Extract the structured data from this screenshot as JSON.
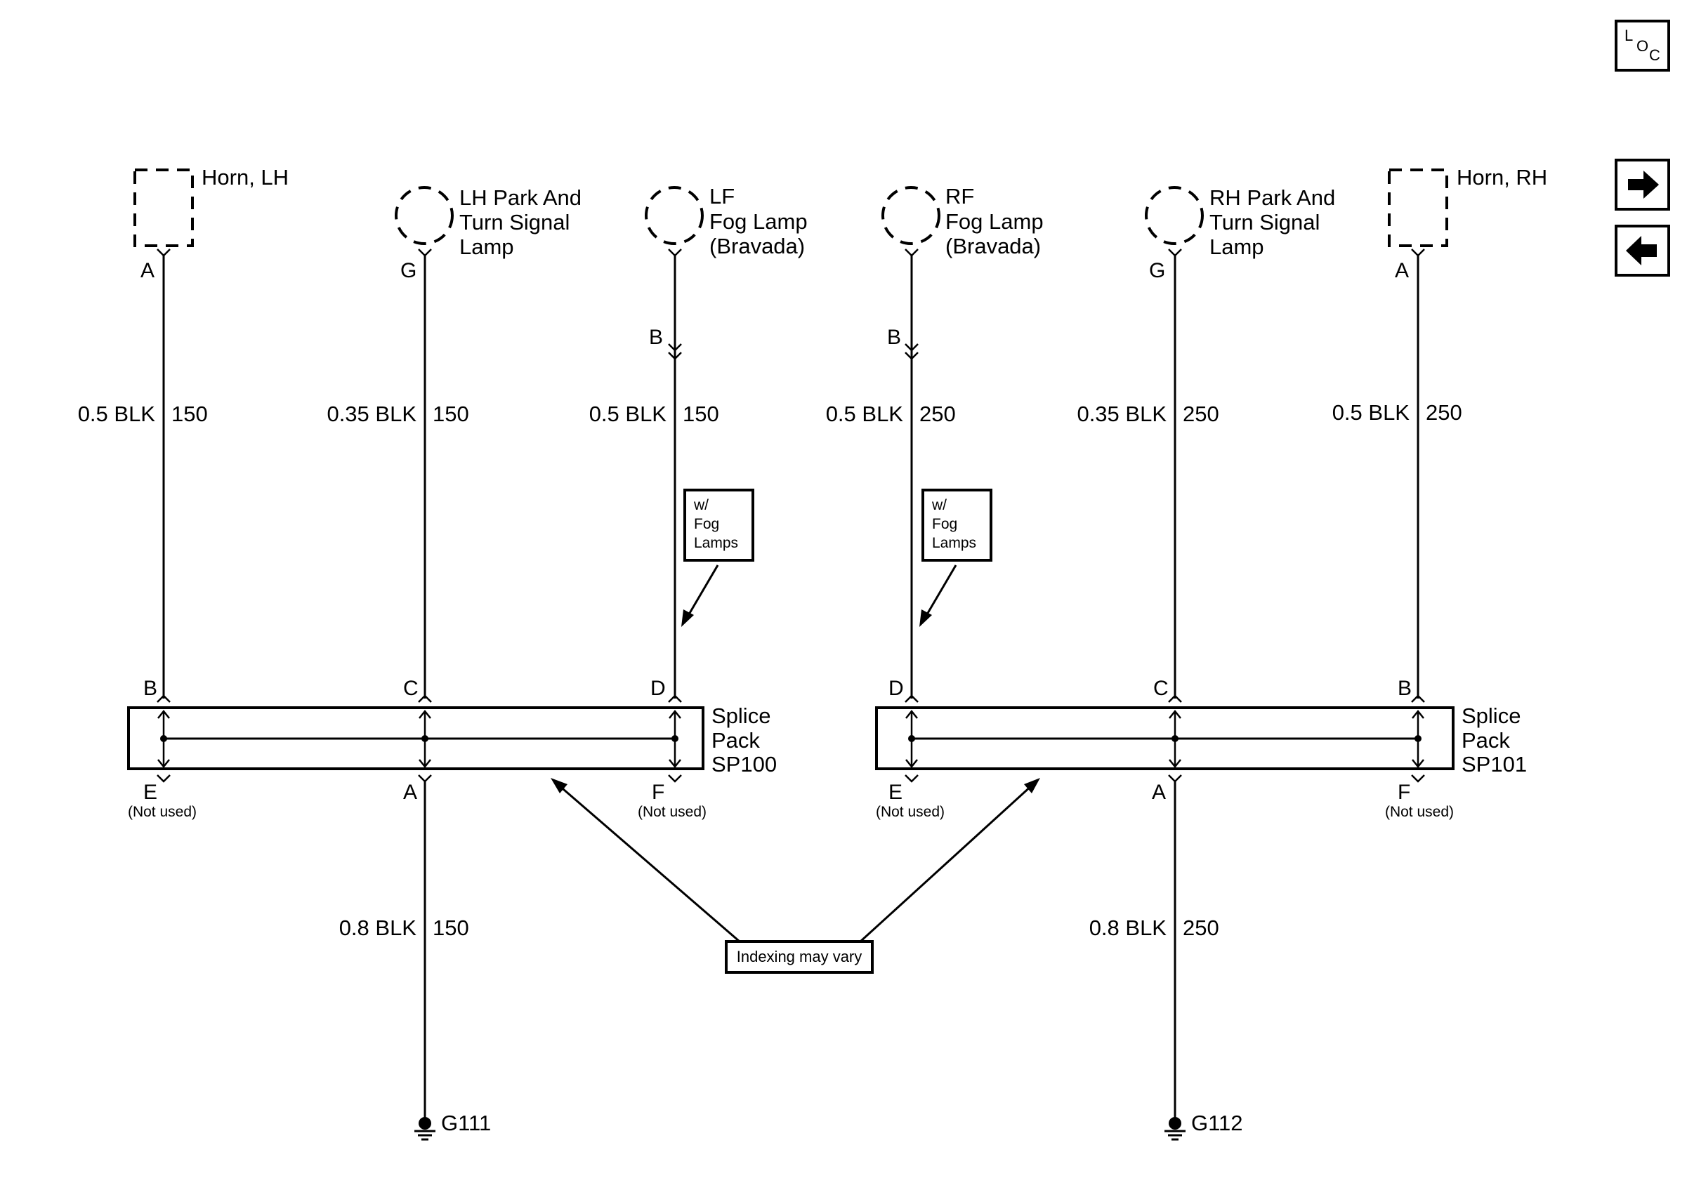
{
  "nav": {
    "loc_label": [
      "L",
      "O",
      "C"
    ],
    "next_icon": "arrow-right-icon",
    "prev_icon": "arrow-left-icon"
  },
  "components": {
    "horn_lh": "Horn, LH",
    "lh_park_turn": [
      "LH Park And",
      "Turn Signal",
      "Lamp"
    ],
    "lf_fog": [
      "LF",
      "Fog Lamp",
      "(Bravada)"
    ],
    "rf_fog": [
      "RF",
      "Fog Lamp",
      "(Bravada)"
    ],
    "rh_park_turn": [
      "RH Park And",
      "Turn Signal",
      "Lamp"
    ],
    "horn_rh": "Horn, RH"
  },
  "wires": [
    {
      "gauge_color": "0.5 BLK",
      "circuit": "150"
    },
    {
      "gauge_color": "0.35 BLK",
      "circuit": "150"
    },
    {
      "gauge_color": "0.5 BLK",
      "circuit": "150"
    },
    {
      "gauge_color": "0.5 BLK",
      "circuit": "250"
    },
    {
      "gauge_color": "0.35 BLK",
      "circuit": "250"
    },
    {
      "gauge_color": "0.5 BLK",
      "circuit": "250"
    }
  ],
  "ground_wires": [
    {
      "gauge_color": "0.8 BLK",
      "circuit": "150"
    },
    {
      "gauge_color": "0.8 BLK",
      "circuit": "250"
    }
  ],
  "pins": {
    "top": [
      "A",
      "G",
      "B",
      "B",
      "G",
      "A"
    ],
    "splice_top_left": [
      "B",
      "C",
      "D"
    ],
    "splice_top_right": [
      "D",
      "C",
      "B"
    ],
    "splice_bottom_left": [
      "E",
      "A",
      "F"
    ],
    "splice_bottom_right": [
      "E",
      "A",
      "F"
    ]
  },
  "not_used": "(Not used)",
  "option_note": [
    "w/",
    "Fog",
    "Lamps"
  ],
  "splice_packs": [
    [
      "Splice",
      "Pack",
      "SP100"
    ],
    [
      "Splice",
      "Pack",
      "SP101"
    ]
  ],
  "indexing_note": "Indexing may vary",
  "grounds": [
    "G111",
    "G112"
  ]
}
